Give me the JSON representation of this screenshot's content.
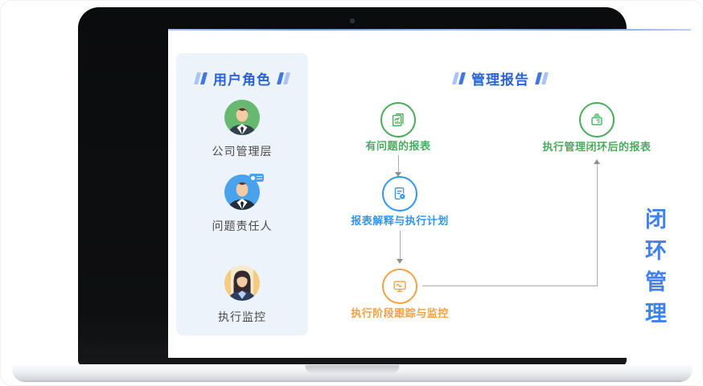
{
  "palette": {
    "title_blue": "#2b62d9",
    "accent_bar_dark": "#4377e0",
    "accent_bar_light": "#a9c3f2",
    "flow_green": "#4aab5c",
    "flow_blue": "#2f97f3",
    "flow_orange": "#f5a043",
    "connector_gray": "#ababab",
    "side_label_blue": "#4080ef",
    "panel_background": "#edf3fa",
    "role_label_gray": "#4a4a4a"
  },
  "screen": {
    "user_roles": {
      "title": "用户角色",
      "roles": [
        {
          "label": "公司管理层",
          "avatar": "male-manager-green-avatar"
        },
        {
          "label": "问题责任人",
          "avatar": "male-suit-blue-avatar",
          "badge": "chat-tag-icon"
        },
        {
          "label": "执行监控",
          "avatar": "female-monitor-cream-avatar"
        }
      ]
    },
    "report_flow": {
      "title": "管理报告",
      "nodes": [
        {
          "label": "有问题的报表",
          "icon": "report-chart-icon",
          "color": "#4aab5c"
        },
        {
          "label": "报表解释与执行计划",
          "icon": "document-gear-icon",
          "color": "#2f97f3"
        },
        {
          "label": "执行阶段跟踪与监控",
          "icon": "monitor-pulse-icon",
          "color": "#f5a043"
        },
        {
          "label": "执行管理闭环后的报表",
          "icon": "archive-drawer-icon",
          "color": "#4aab5c"
        }
      ],
      "side_label": "闭环管理"
    }
  }
}
